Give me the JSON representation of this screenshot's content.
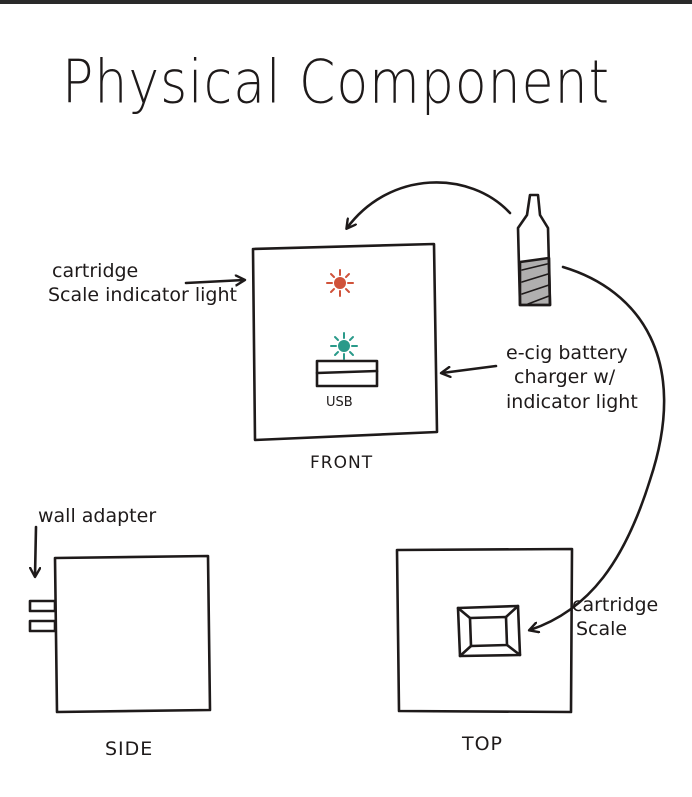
{
  "title": "Physical Component",
  "front": {
    "label": "FRONT",
    "cartridge_light_label": [
      "cartridge",
      "Scale indicator light"
    ],
    "charger_label": [
      "e-cig battery",
      "charger w/",
      "indicator light"
    ],
    "usb_label": "USB",
    "colors": {
      "scale_light": "#d0523a",
      "charger_light": "#2a9a8a"
    }
  },
  "side": {
    "label": "SIDE",
    "adapter_label": "wall adapter"
  },
  "top": {
    "label": "TOP",
    "scale_label": [
      "cartridge",
      "Scale"
    ]
  }
}
